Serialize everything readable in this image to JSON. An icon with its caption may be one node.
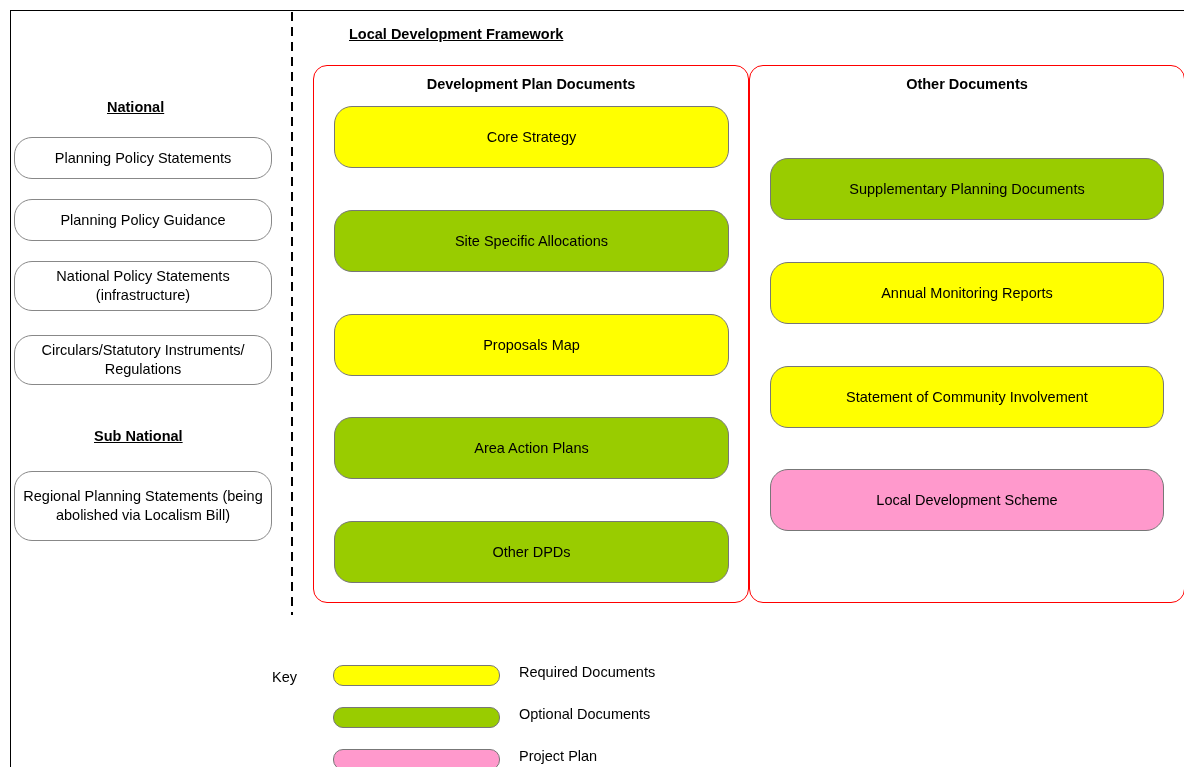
{
  "diagram": {
    "nodes": [
      {
        "text": [
          "Planning Policy Statements"
        ]
      },
      {
        "text": [
          "Planning Policy Guidance"
        ]
      },
      {
        "text": [
          "National Policy Statements (infrastructure)"
        ]
      },
      {
        "text": [
          "Circulars/Statutory Instruments/ Regulations"
        ]
      },
      {
        "text": [
          "Regional Planning Statements (being abolished via Localism Bill)"
        ]
      },
      {
        "text": [
          "Development Plan Documents"
        ]
      },
      {
        "text": [
          "Core Strategy"
        ],
        "in": 5
      },
      {
        "text": [
          "Site Specific Allocations"
        ],
        "in": 5
      },
      {
        "text": [
          "Proposals Map"
        ],
        "in": 5
      },
      {
        "text": [
          "Area Action Plans"
        ],
        "in": 5
      },
      {
        "text": [
          "Other DPDs"
        ],
        "in": 5
      },
      {
        "text": [
          "Other Documents"
        ]
      },
      {
        "text": [
          "Supplementary Planning Documents"
        ],
        "in": 11
      },
      {
        "text": [
          "Annual Monitoring Reports"
        ],
        "in": 11
      },
      {
        "text": [
          "Statement of Community Involvement"
        ],
        "in": 11
      },
      {
        "text": [
          "Local Development Scheme"
        ],
        "in": 11
      }
    ],
    "edges": [],
    "labels": [
      "Local Development Framework",
      "National",
      "Sub National",
      "Key"
    ],
    "legend": [
      {
        "text": "Required Documents",
        "color": "#ffff00"
      },
      {
        "text": "Optional Documents",
        "color": "#99cc00"
      },
      {
        "text": "Project Plan",
        "color": "#ff99cc"
      }
    ]
  }
}
